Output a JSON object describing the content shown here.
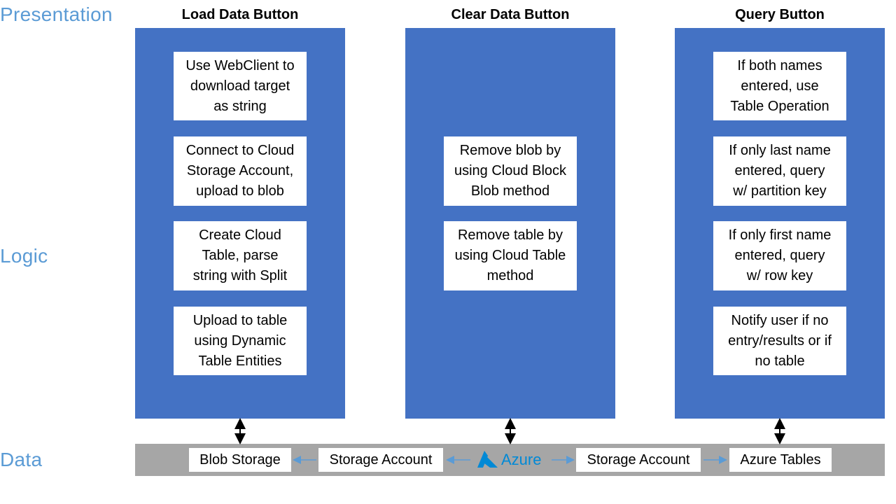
{
  "tiers": {
    "presentation": "Presentation",
    "logic": "Logic",
    "data": "Data"
  },
  "columns": [
    {
      "title": "Load Data Button",
      "steps": [
        "Use WebClient to\ndownload target\nas string",
        "Connect to Cloud\nStorage Account,\nupload to blob",
        "Create Cloud\nTable, parse\nstring with Split",
        "Upload to table\nusing Dynamic\nTable Entities"
      ]
    },
    {
      "title": "Clear Data Button",
      "steps": [
        "Remove blob by\nusing Cloud Block\nBlob method",
        "Remove table by\nusing Cloud Table\nmethod"
      ]
    },
    {
      "title": "Query Button",
      "steps": [
        "If both names\nentered, use\nTable Operation",
        "If only last name\nentered, query\nw/ partition key",
        "If only first name\nentered, query\nw/ row key",
        "Notify user if no\nentry/results or if\nno table"
      ]
    }
  ],
  "data_layer": {
    "blob_storage": "Blob Storage",
    "storage_account_left": "Storage Account",
    "azure": "Azure",
    "storage_account_right": "Storage Account",
    "azure_tables": "Azure Tables"
  },
  "colors": {
    "column_fill": "#4472c4",
    "tier_label": "#5b9bd5",
    "data_bar": "#a6a6a6",
    "azure_brand": "#0089d6",
    "connector_arrow": "#5b9bd5"
  },
  "icons": [
    "azure-logo-icon"
  ]
}
